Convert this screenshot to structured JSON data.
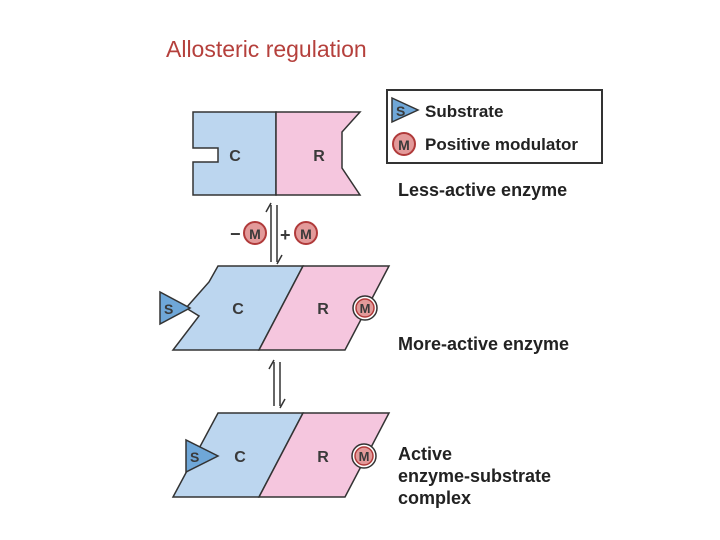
{
  "title": "Allosteric regulation",
  "legend": {
    "substrate_symbol": "S",
    "substrate_label": "Substrate",
    "modulator_symbol": "M",
    "modulator_label": "Positive modulator"
  },
  "subunits": {
    "catalytic": "C",
    "regulatory": "R"
  },
  "equilibrium_1": {
    "minus": "−",
    "plus": "+"
  },
  "states": {
    "less_active": "Less-active enzyme",
    "more_active": "More-active enzyme",
    "complex_line1": "Active",
    "complex_line2": "enzyme-substrate",
    "complex_line3": "complex"
  },
  "colors": {
    "title": "#b5403c",
    "catalytic_fill": "#bcd6ef",
    "regulatory_fill": "#f5c6de",
    "substrate_fill": "#6fa7d8",
    "modulator_fill": "#e39a9a",
    "modulator_stroke": "#b03a3a",
    "outline": "#333333"
  }
}
